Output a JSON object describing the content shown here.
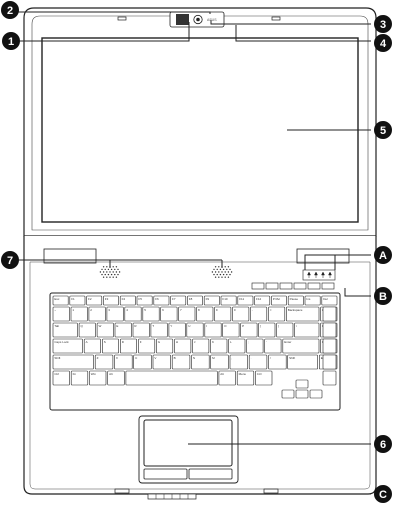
{
  "diagram": {
    "callouts": [
      {
        "id": "1",
        "label": "1"
      },
      {
        "id": "2",
        "label": "2"
      },
      {
        "id": "3",
        "label": "3"
      },
      {
        "id": "4",
        "label": "4"
      },
      {
        "id": "5",
        "label": "5"
      },
      {
        "id": "6",
        "label": "6"
      },
      {
        "id": "7",
        "label": "7"
      },
      {
        "id": "A",
        "label": "A"
      },
      {
        "id": "B",
        "label": "B"
      },
      {
        "id": "C",
        "label": "C"
      }
    ],
    "keyboard": {
      "row_function": [
        "Esc",
        "F1",
        "F2",
        "F3",
        "F4",
        "F5",
        "F6",
        "F7",
        "F8",
        "F9",
        "F10",
        "F11",
        "F12",
        "PrtSc",
        "Pause",
        "Ins",
        "Del"
      ],
      "row_number": [
        "~",
        "1",
        "2",
        "3",
        "4",
        "5",
        "6",
        "7",
        "8",
        "9",
        "0",
        "-",
        "=",
        "Backspace",
        "Home"
      ],
      "row_top": [
        "Tab",
        "Q",
        "W",
        "E",
        "R",
        "T",
        "Y",
        "U",
        "I",
        "O",
        "P",
        "[",
        "]",
        "\\",
        "PgUp"
      ],
      "row_home": [
        "Caps Lock",
        "A",
        "S",
        "D",
        "F",
        "G",
        "H",
        "J",
        "K",
        "L",
        ";",
        "'",
        "Enter",
        "PgDn"
      ],
      "row_bottom": [
        "Shift",
        "Z",
        "X",
        "C",
        "V",
        "B",
        "N",
        "M",
        ",",
        ".",
        "/",
        "Shift",
        "End"
      ],
      "row_space": [
        "Ctrl",
        "Fn",
        "Win",
        "Alt",
        "",
        "Alt",
        "Menu",
        "Ctrl"
      ]
    },
    "camera_logo": "ASUS"
  }
}
